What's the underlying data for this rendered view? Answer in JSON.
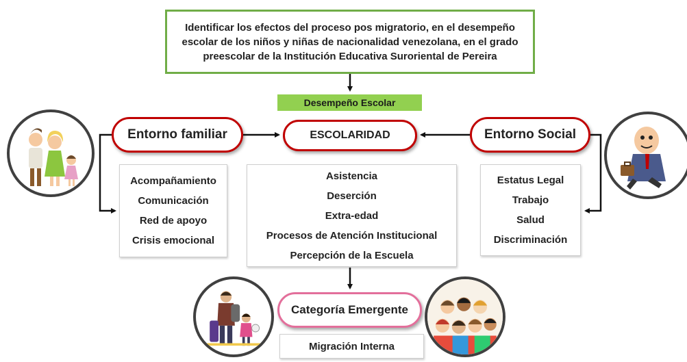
{
  "objective": "Identificar los efectos del proceso pos migratorio, en el desempeño escolar de los niños y niñas de nacionalidad venezolana, en el grado preescolar de la Institución Educativa Suroriental de Pereira",
  "desempeno_label": "Desempeño Escolar",
  "central": {
    "title": "ESCOLARIDAD",
    "items": [
      "Asistencia",
      "Deserción",
      "Extra-edad",
      "Procesos de Atención Institucional",
      "Percepción de la Escuela"
    ]
  },
  "familiar": {
    "title": "Entorno familiar",
    "items": [
      "Acompañamiento",
      "Comunicación",
      "Red de apoyo",
      "Crisis emocional"
    ]
  },
  "social": {
    "title": "Entorno Social",
    "items": [
      "Estatus Legal",
      "Trabajo",
      "Salud",
      "Discriminación"
    ]
  },
  "emergente": {
    "title": "Categoría Emergente",
    "item": "Migración Interna"
  },
  "illustrations": [
    "family-illustration",
    "businessman-illustration",
    "migrant-family-illustration",
    "children-group-illustration"
  ],
  "colors": {
    "objective_border": "#70ad47",
    "tag_green": "#92d050",
    "pill_red": "#c00000",
    "pill_pink": "#e36f9b"
  }
}
